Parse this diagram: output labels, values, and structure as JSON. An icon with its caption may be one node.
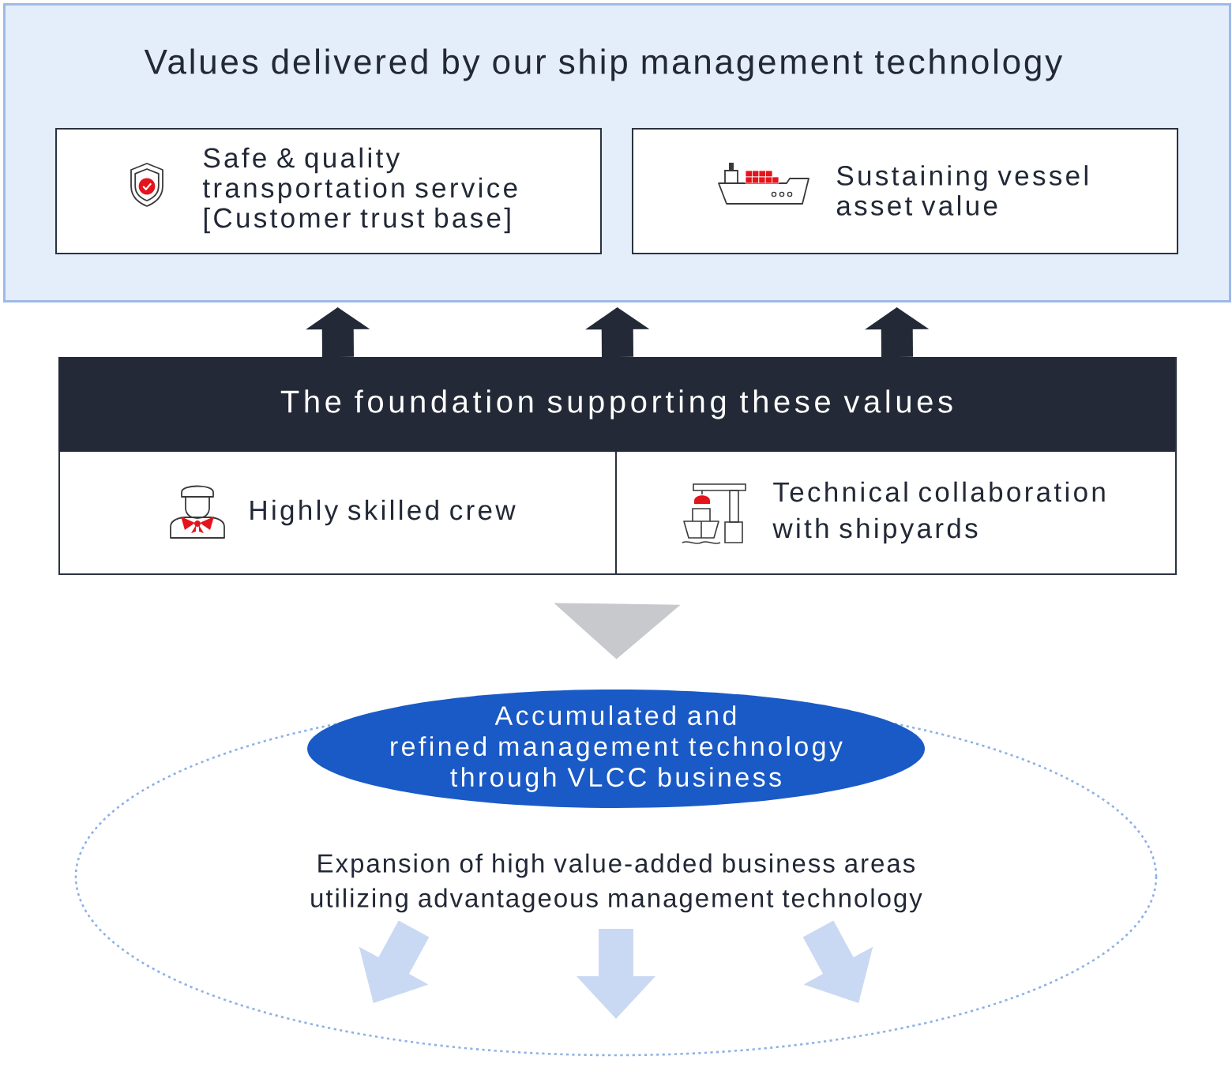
{
  "diagram": {
    "nodes": [
      {
        "text": [
          "Values delivered by our ship management technology"
        ]
      },
      {
        "text": [
          "Safe & quality transportation service [Customer trust base]"
        ],
        "in": 0
      },
      {
        "text": [
          "Sustaining vessel asset value"
        ],
        "in": 0
      },
      {
        "text": [
          "The foundation supporting these values"
        ]
      },
      {
        "text": [
          "Highly skilled crew"
        ],
        "in": 3
      },
      {
        "text": [
          "Technical collaboration with shipyards"
        ],
        "in": 3
      },
      {
        "text": [
          "Accumulated and refined management technology through VLCC business"
        ]
      },
      {
        "text": [
          "Expansion of high value-added business areas utilizing advantageous management technology"
        ]
      }
    ],
    "edges": [
      {
        "from": 3,
        "to": 0,
        "arrow": "to"
      },
      {
        "from": 3,
        "to": 0,
        "arrow": "to"
      },
      {
        "from": 3,
        "to": 0,
        "arrow": "to"
      },
      {
        "from": 3,
        "to": 6,
        "arrow": "to",
        "color": "#c8c9cc"
      }
    ]
  }
}
